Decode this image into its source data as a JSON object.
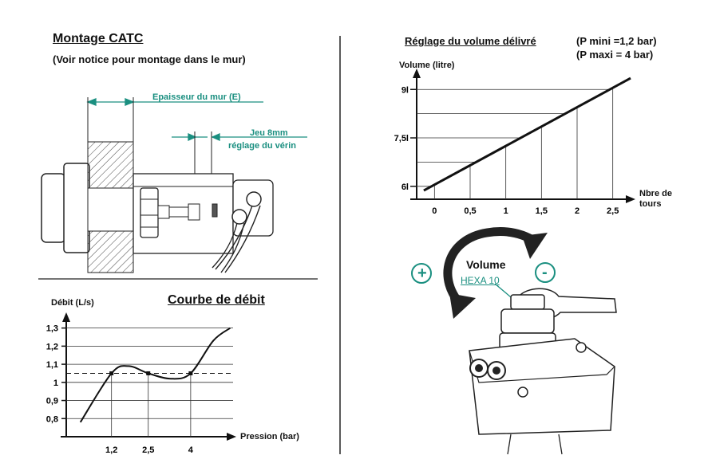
{
  "montage": {
    "title": "Montage CATC",
    "subtitle": "(Voir notice pour montage dans le mur)",
    "label_wall": "Epaisseur du mur (E)",
    "label_jeu1": "Jeu 8mm",
    "label_jeu2": "réglage du vérin"
  },
  "reglage": {
    "title": "Réglage du volume délivré",
    "pmin": "(P mini =1,2 bar)",
    "pmax": "(P maxi = 4 bar)"
  },
  "volume_knob": {
    "label": "Volume",
    "hexa": "HEXA 10",
    "plus": "+",
    "minus": "-"
  },
  "courbe": {
    "title": "Courbe de débit"
  },
  "colors": {
    "accent": "#1a8f80",
    "ink": "#111111"
  },
  "chart_data": [
    {
      "type": "line",
      "ylabel": "Volume (litre)",
      "xlabel": "Nbre de tours",
      "x_ticks": [
        "0",
        "0,5",
        "1",
        "1,5",
        "2",
        "2,5"
      ],
      "y_ticks": [
        "6l",
        "7,5l",
        "9l"
      ],
      "series": [
        {
          "x": [
            0,
            2.5
          ],
          "y": [
            6.05,
            9.05
          ]
        }
      ],
      "xlim": [
        -0.25,
        2.75
      ],
      "ylim": [
        5.6,
        9.5
      ],
      "grid": true
    },
    {
      "type": "line",
      "ylabel": "Débit (L/s)",
      "xlabel": "Pression (bar)",
      "x_ticks": [
        "1,2",
        "2,5",
        "4"
      ],
      "y_ticks": [
        "0,8",
        "0,9",
        "1",
        "1,1",
        "1,2",
        "1,3"
      ],
      "series": [
        {
          "x": [
            0.1,
            1.2,
            1.8,
            2.5,
            3.3,
            4.0,
            4.8,
            5.4
          ],
          "y": [
            0.78,
            1.05,
            1.09,
            1.05,
            1.02,
            1.05,
            1.23,
            1.3
          ]
        }
      ],
      "reference_y": 1.05,
      "xlim": [
        -0.4,
        5.5
      ],
      "ylim": [
        0.7,
        1.36
      ],
      "grid": true
    }
  ]
}
